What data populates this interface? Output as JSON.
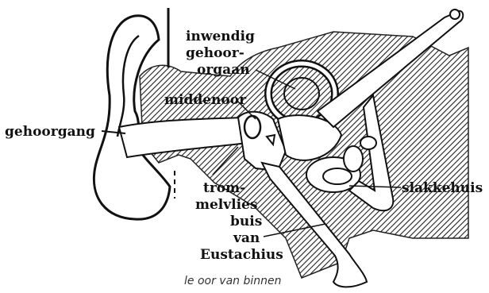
{
  "diagram": {
    "labels": {
      "inwendig_line1": "inwendig",
      "inwendig_line2": "gehoor-",
      "inwendig_line3": "orgaan",
      "middenoor": "middenoor",
      "gehoorgang": "gehoorgang",
      "trommelvlies_line1": "trom-",
      "trommelvlies_line2": "melvlies",
      "eustachius_line1": "buis",
      "eustachius_line2": "van",
      "eustachius_line3": "Eustachius",
      "slakkehuis": "slakkehuis"
    },
    "caption": "le oor van binnen"
  }
}
